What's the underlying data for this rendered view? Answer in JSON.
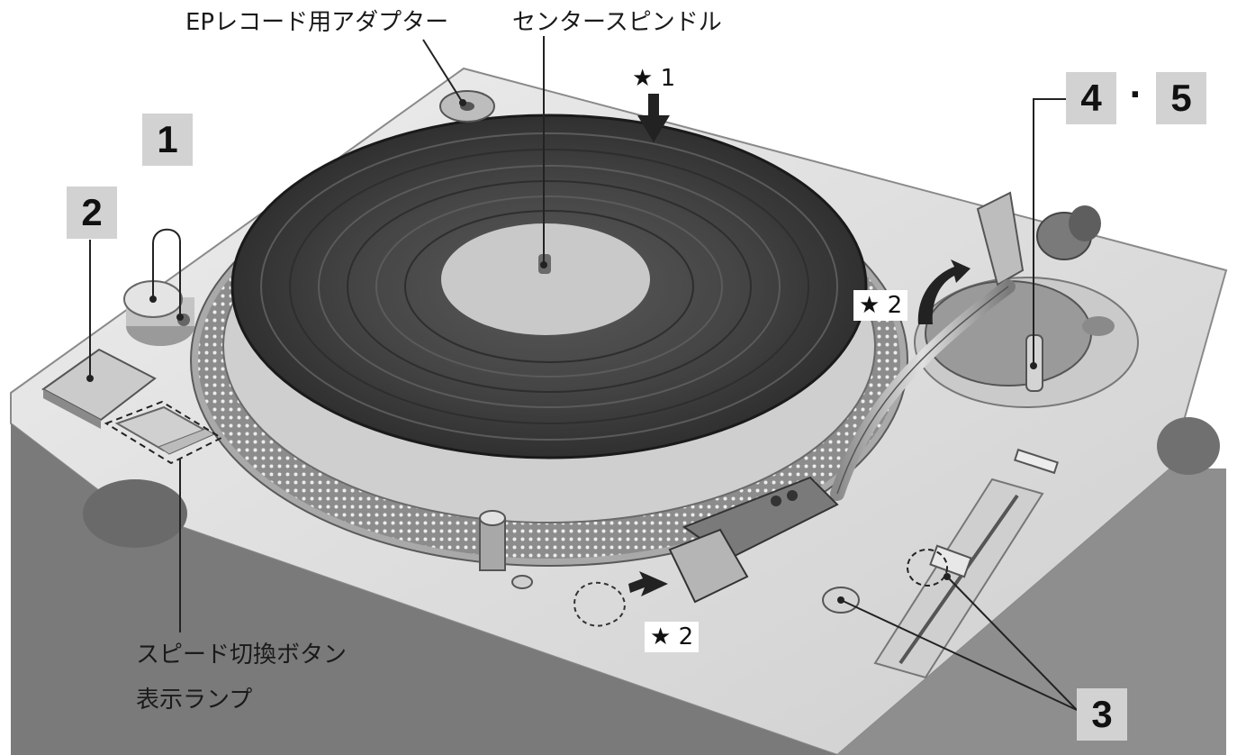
{
  "labels": {
    "ep_adapter": "EPレコード用アダプター",
    "center_spindle": "センタースピンドル",
    "speed_button": "スピード切換ボタン",
    "indicator_lamp": "表示ランプ"
  },
  "markers": {
    "star1": "★ 1",
    "star2_arm": "★ 2",
    "star2_head": "★ 2"
  },
  "numbers": {
    "n1": "1",
    "n2": "2",
    "n3": "3",
    "n4": "4",
    "n5": "5",
    "sep": "·"
  },
  "colors": {
    "deck": "#d9d9d9",
    "record": "#3f3f3f",
    "label_box": "#d2d2d2",
    "platter_rim": "#b5b5b5"
  }
}
